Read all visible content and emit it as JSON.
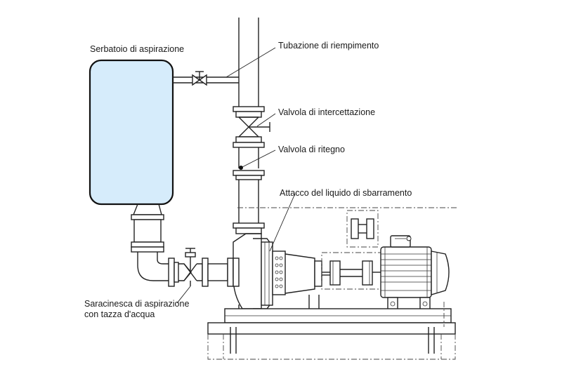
{
  "labels": {
    "tank": "Serbatoio di aspirazione",
    "fill_pipe": "Tubazione di riempimento",
    "shutoff_valve": "Valvola di intercettazione",
    "check_valve": "Valvola di ritegno",
    "barrier_fluid": "Attacco del liquido di sbarramento",
    "suction_gate_line1": "Saracinesca di aspirazione",
    "suction_gate_line2": "con tazza d'acqua"
  },
  "colors": {
    "tank_fill": "#d6ecfb",
    "line": "#222222"
  }
}
